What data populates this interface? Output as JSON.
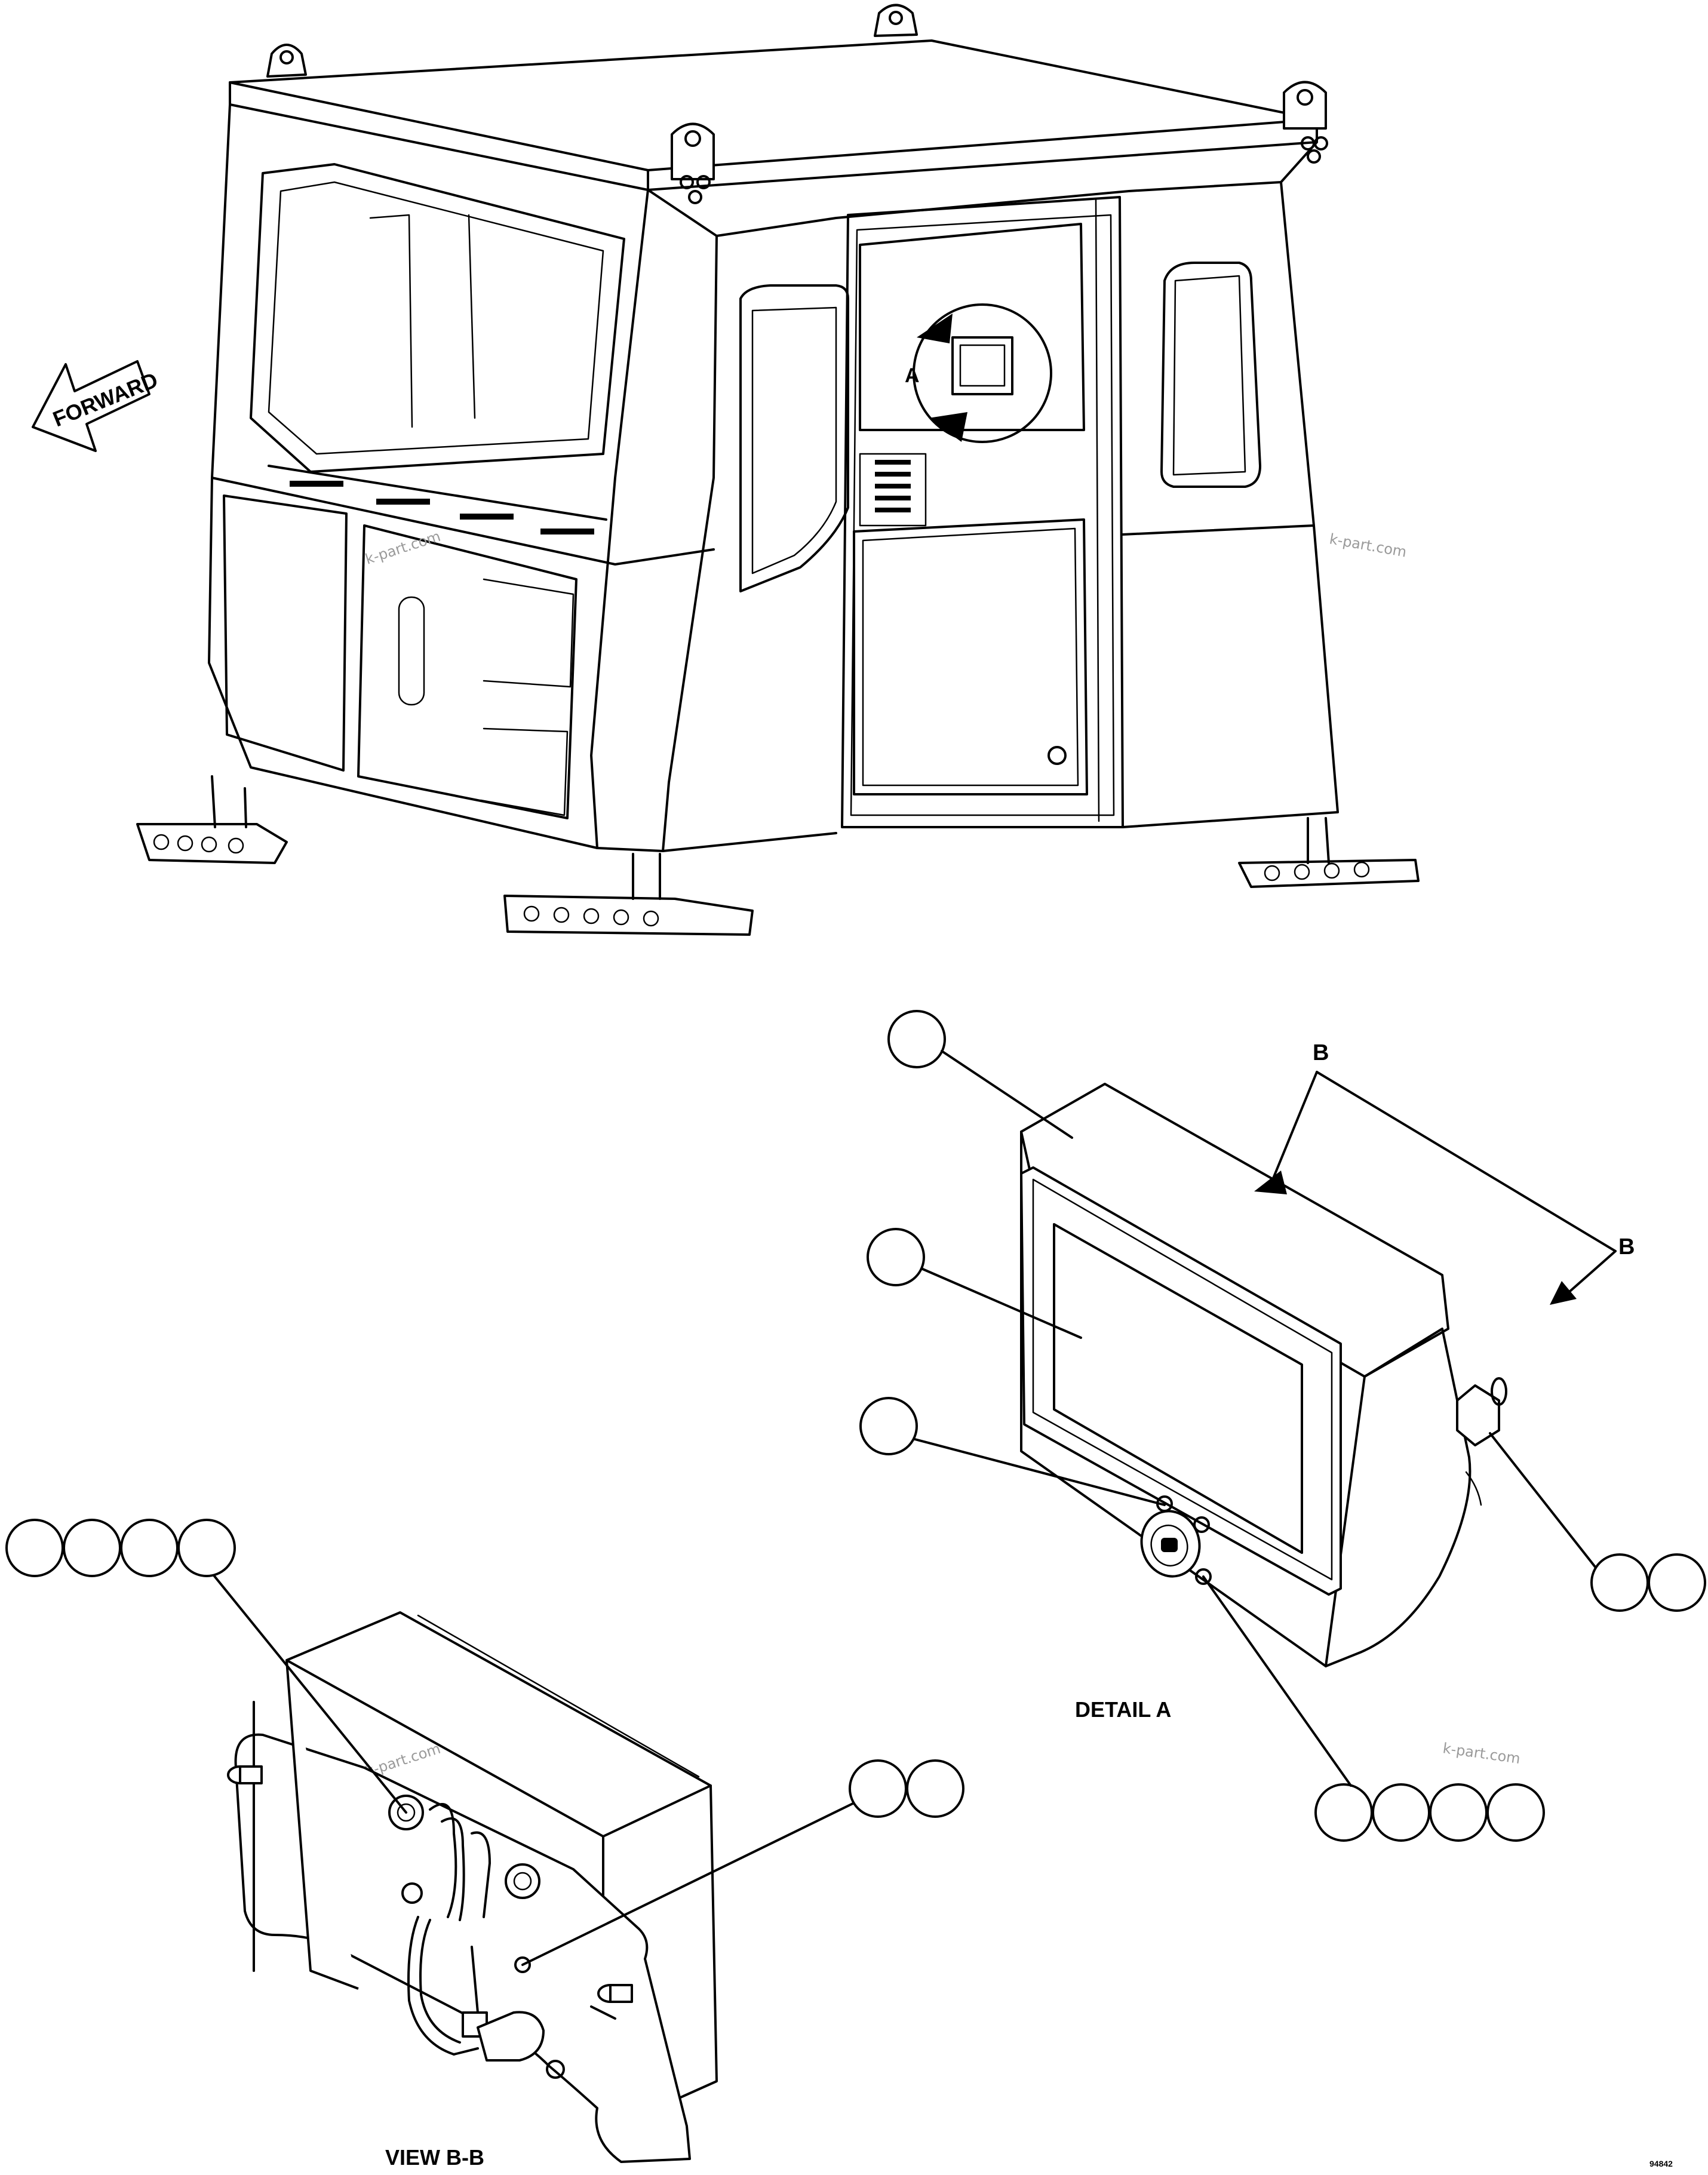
{
  "diagram": {
    "forward_label": "FORWARD",
    "callout_a": "A",
    "section_b_top": "B",
    "section_b_side": "B",
    "detail_title": "DETAIL A",
    "view_title": "VIEW B-B",
    "drawing_number": "94842",
    "watermark": "k-part.com"
  }
}
